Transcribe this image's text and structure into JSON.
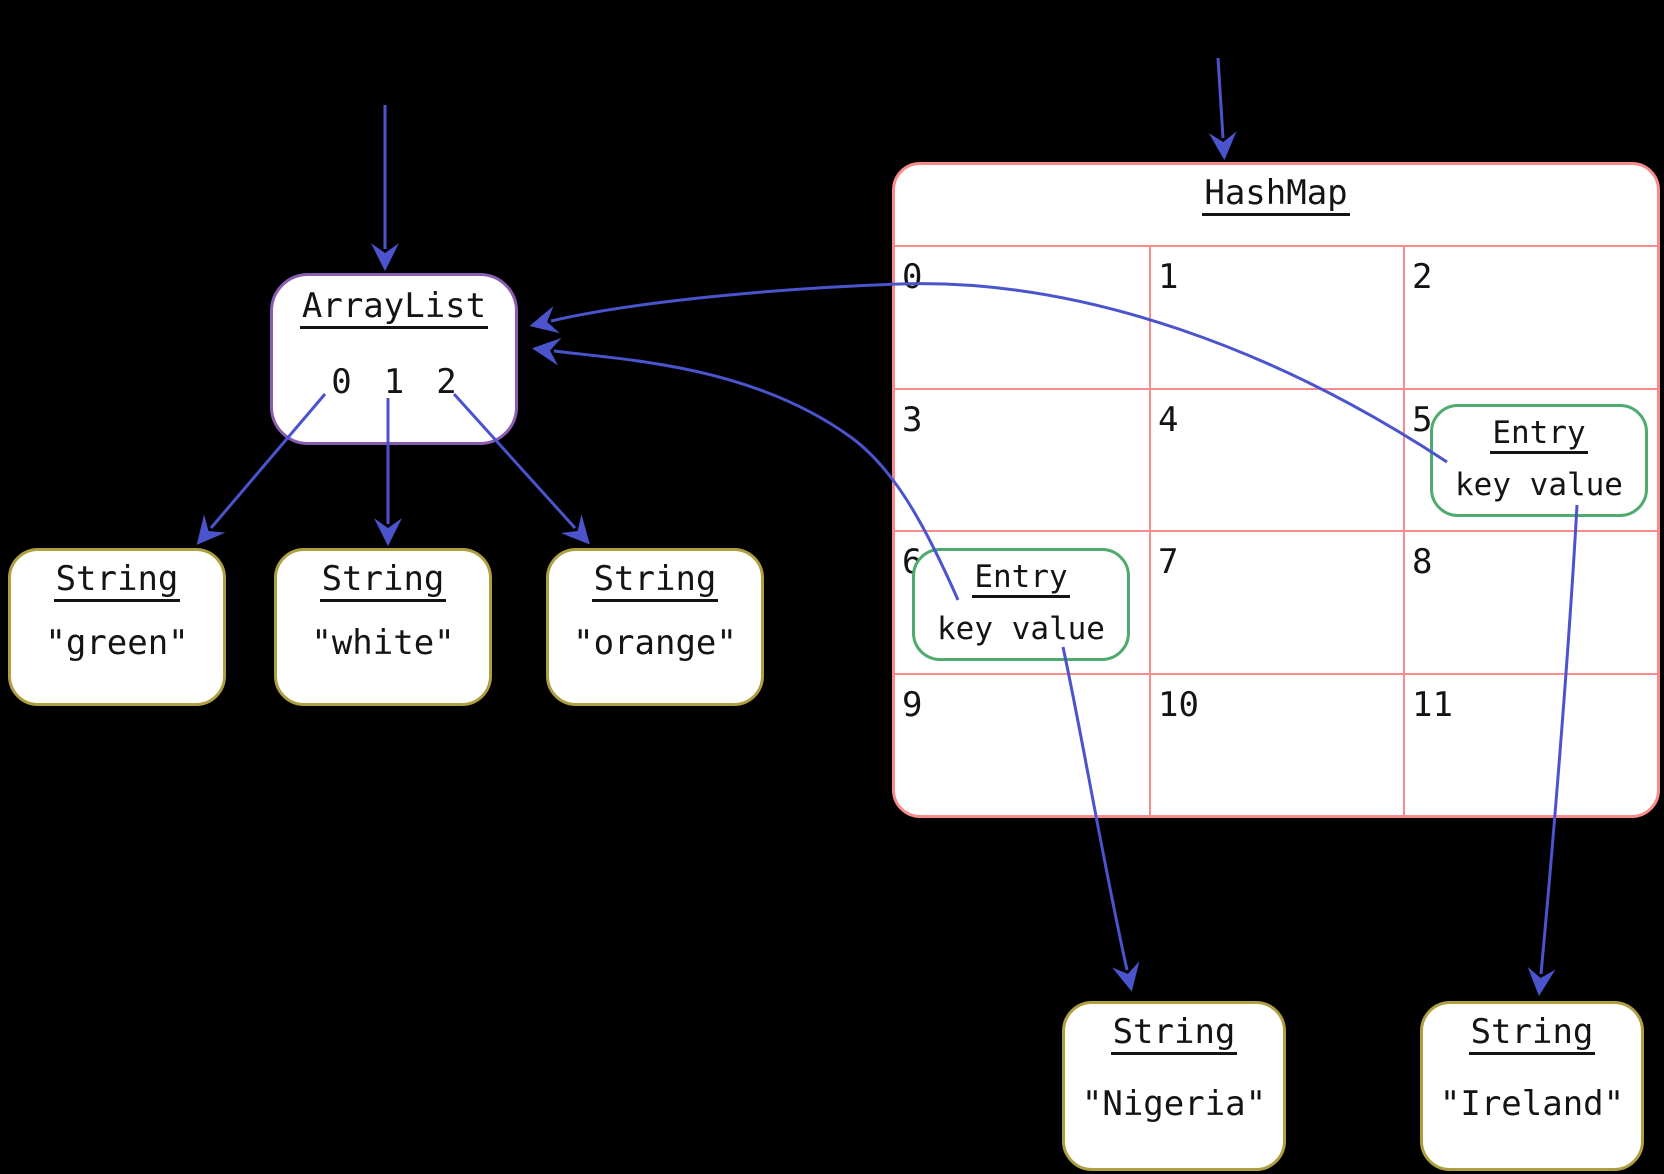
{
  "colors": {
    "background": "#000000",
    "box_fill": "#ffffff",
    "text": "#141414",
    "arrow": "#4b53cd",
    "arraylist_border": "#8a5db3",
    "string_border": "#ae9f41",
    "hashmap_border": "#f98b8b",
    "entry_border": "#4faa6d"
  },
  "arraylist": {
    "title": "ArrayList",
    "indices": [
      "0",
      "1",
      "2"
    ]
  },
  "hashmap": {
    "title": "HashMap",
    "cells": [
      "0",
      "1",
      "2",
      "3",
      "4",
      "5",
      "6",
      "7",
      "8",
      "9",
      "10",
      "11"
    ]
  },
  "entries": [
    {
      "title": "Entry",
      "fields": "key value",
      "bucket": "5"
    },
    {
      "title": "Entry",
      "fields": "key value",
      "bucket": "6"
    }
  ],
  "strings": {
    "top": [
      {
        "title": "String",
        "value": "\"green\""
      },
      {
        "title": "String",
        "value": "\"white\""
      },
      {
        "title": "String",
        "value": "\"orange\""
      }
    ],
    "bottom": [
      {
        "title": "String",
        "value": "\"Nigeria\""
      },
      {
        "title": "String",
        "value": "\"Ireland\""
      }
    ]
  }
}
